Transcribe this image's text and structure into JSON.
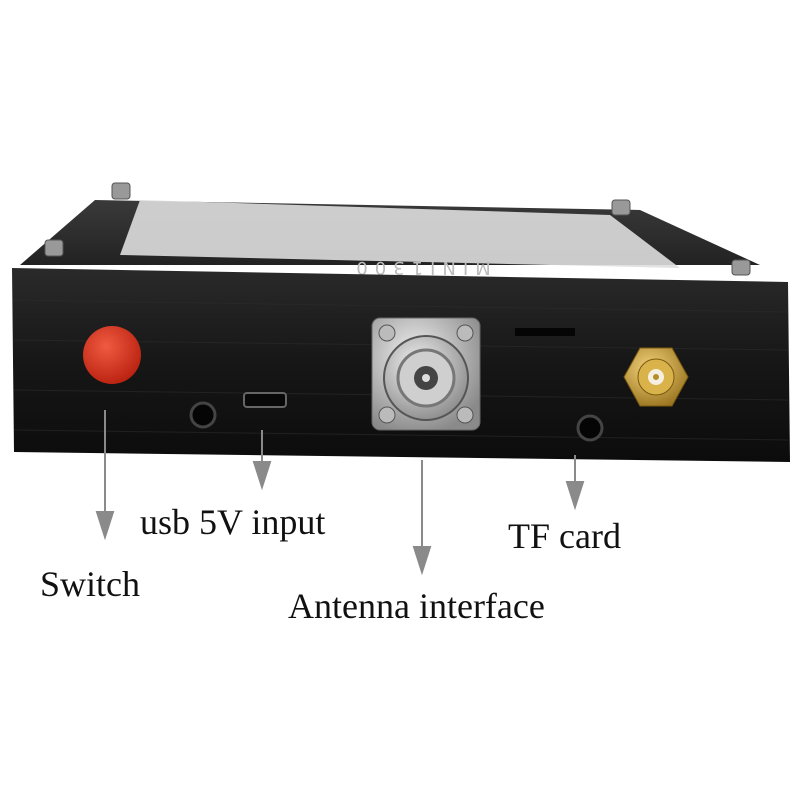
{
  "device": {
    "model_marking": "MINI1300",
    "colors": {
      "body": "#1b1b1b",
      "button": "#d9301f",
      "connector": "#c9c9c9",
      "sma": "#c9a23a"
    }
  },
  "labels": {
    "switch": "Switch",
    "usb": "usb 5V input",
    "antenna": "Antenna interface",
    "tf_card": "TF card"
  }
}
